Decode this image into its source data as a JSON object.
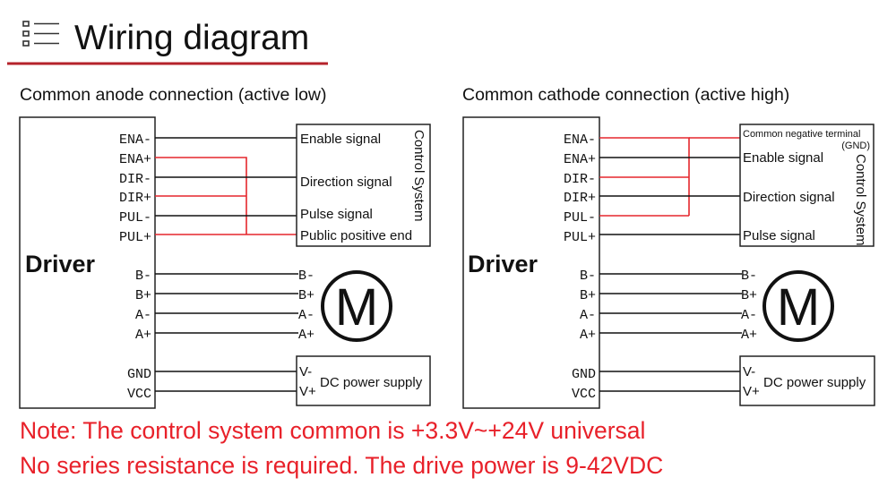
{
  "header": {
    "icon": "list-icon",
    "title": "Wiring diagram",
    "underline_color": "#b5232b"
  },
  "colors": {
    "wire": "#111111",
    "red_wire": "#e5272d",
    "note": "#e8212a"
  },
  "left": {
    "subtitle": "Common anode connection (active low)",
    "driver_label": "Driver",
    "control_label": "Control System",
    "signal_pins": [
      "ENA-",
      "ENA+",
      "DIR-",
      "DIR+",
      "PUL-",
      "PUL+"
    ],
    "signals": [
      "Enable signal",
      "Direction signal",
      "Pulse signal",
      "Public positive end"
    ],
    "motor_pins": [
      "B-",
      "B+",
      "A-",
      "A+"
    ],
    "motor_symbol": "M",
    "power_pins": [
      "GND",
      "VCC"
    ],
    "power_ends": [
      "V-",
      "V+"
    ],
    "power_label": "DC power supply"
  },
  "right": {
    "subtitle": "Common cathode connection (active high)",
    "driver_label": "Driver",
    "control_label": "Control System",
    "signal_pins": [
      "ENA-",
      "ENA+",
      "DIR-",
      "DIR+",
      "PUL-",
      "PUL+"
    ],
    "common_line1": "Common negative terminal",
    "common_line2": "(GND)",
    "signals": [
      "Enable signal",
      "Direction signal",
      "Pulse signal"
    ],
    "motor_pins": [
      "B-",
      "B+",
      "A-",
      "A+"
    ],
    "motor_symbol": "M",
    "power_pins": [
      "GND",
      "VCC"
    ],
    "power_ends": [
      "V-",
      "V+"
    ],
    "power_label": "DC power supply"
  },
  "notes": [
    "Note: The control system common is +3.3V~+24V universal",
    "No series resistance is required. The drive power is 9-42VDC"
  ]
}
